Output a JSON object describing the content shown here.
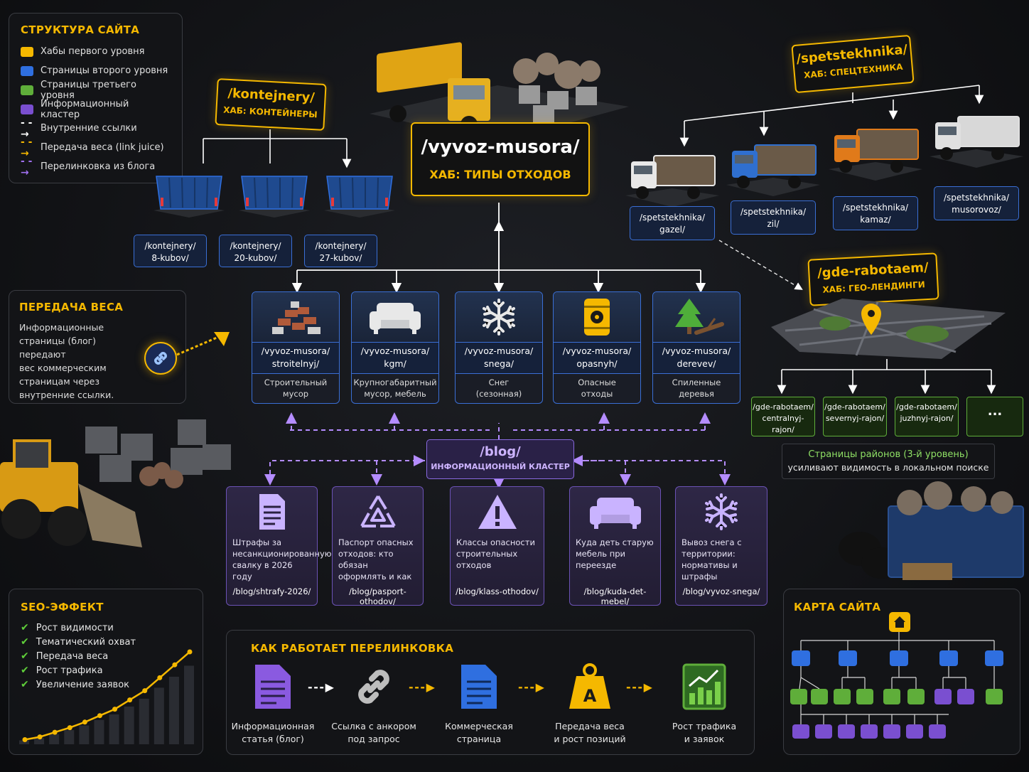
{
  "legend": {
    "title": "СТРУКТУРА САЙТА",
    "items": [
      {
        "label": "Хабы первого уровня",
        "color": "#f5b800",
        "kind": "swatch"
      },
      {
        "label": "Страницы второго уровня",
        "color": "#2f6fe0",
        "kind": "swatch"
      },
      {
        "label": "Страницы третьего уровня",
        "color": "#5fae3a",
        "kind": "swatch"
      },
      {
        "label": "Информационный кластер",
        "color": "#7a4fd0",
        "kind": "swatch"
      },
      {
        "label": "Внутренние ссылки",
        "color": "#ffffff",
        "kind": "arrow"
      },
      {
        "label": "Передача веса (link juice)",
        "color": "#f5b800",
        "kind": "arrow"
      },
      {
        "label": "Перелинковка из блога",
        "color": "#a070f0",
        "kind": "arrow"
      }
    ]
  },
  "weight_panel": {
    "title": "ПЕРЕДАЧА ВЕСА",
    "text": [
      "Информационные",
      "страницы (блог) передают",
      "вес коммерческим",
      "страницам через",
      "внутренние ссылки."
    ]
  },
  "main_hub": {
    "path": "/vyvoz-musora/",
    "subtitle": "ХАБ: ТИПЫ ОТХОДОВ"
  },
  "containers_hub": {
    "path": "/kontejnery/",
    "subtitle": "ХАБ: КОНТЕЙНЕРЫ",
    "pages": [
      {
        "line1": "/kontejnery/",
        "line2": "8-kubov/"
      },
      {
        "line1": "/kontejnery/",
        "line2": "20-kubov/"
      },
      {
        "line1": "/kontejnery/",
        "line2": "27-kubov/"
      }
    ]
  },
  "tech_hub": {
    "path": "/spetstekhnika/",
    "subtitle": "ХАБ: СПЕЦТЕХНИКА",
    "pages": [
      {
        "line1": "/spetstekhnika/",
        "line2": "gazel/"
      },
      {
        "line1": "/spetstekhnika/",
        "line2": "zil/"
      },
      {
        "line1": "/spetstekhnika/",
        "line2": "kamaz/"
      },
      {
        "line1": "/spetstekhnika/",
        "line2": "musorovoz/"
      }
    ]
  },
  "geo_hub": {
    "path": "/gde-rabotaem/",
    "subtitle": "ХАБ: ГЕО-ЛЕНДИНГИ",
    "pages": [
      {
        "line1": "/gde-rabotaem/",
        "line2": "centralnyj-rajon/"
      },
      {
        "line1": "/gde-rabotaem/",
        "line2": "severnyj-rajon/"
      },
      {
        "line1": "/gde-rabotaem/",
        "line2": "juzhnyj-rajon/"
      },
      {
        "line1": "...",
        "line2": ""
      }
    ],
    "note_line1": "Страницы районов (3-й уровень)",
    "note_line2": "усиливают видимость в локальном поиске"
  },
  "waste_types": [
    {
      "line1": "/vyvoz-musora/",
      "line2": "stroitelnyj/",
      "desc1": "Строительный",
      "desc2": "мусор",
      "icon": "bricks-icon"
    },
    {
      "line1": "/vyvoz-musora/",
      "line2": "kgm/",
      "desc1": "Крупногабаритный",
      "desc2": "мусор, мебель",
      "icon": "sofa-icon"
    },
    {
      "line1": "/vyvoz-musora/",
      "line2": "snega/",
      "desc1": "Снег",
      "desc2": "(сезонная)",
      "icon": "snowflake-icon"
    },
    {
      "line1": "/vyvoz-musora/",
      "line2": "opasnyh/",
      "desc1": "Опасные",
      "desc2": "отходы",
      "icon": "barrel-icon"
    },
    {
      "line1": "/vyvoz-musora/",
      "line2": "derevev/",
      "desc1": "Спиленные",
      "desc2": "деревья",
      "icon": "tree-icon"
    }
  ],
  "blog_hub": {
    "path": "/blog/",
    "subtitle": "ИНФОРМАЦИОННЫЙ КЛАСТЕР"
  },
  "blog_posts": [
    {
      "text": [
        "Штрафы за",
        "несанкционированную",
        "свалку в 2026 году"
      ],
      "path": "/blog/shtrafy-2026/",
      "icon": "document-icon"
    },
    {
      "text": [
        "Паспорт опасных",
        "отходов: кто обязан",
        "оформлять и как"
      ],
      "path": "/blog/pasport-othodov/",
      "icon": "recycle-icon"
    },
    {
      "text": [
        "Классы опасности",
        "строительных",
        "отходов"
      ],
      "path": "/blog/klass-othodov/",
      "icon": "warning-icon"
    },
    {
      "text": [
        "Куда деть старую",
        "мебель при",
        "переезде"
      ],
      "path": "/blog/kuda-det-mebel/",
      "icon": "sofa-icon"
    },
    {
      "text": [
        "Вывоз снега с",
        "территории:",
        "нормативы и штрафы"
      ],
      "path": "/blog/vyvoz-snega/",
      "icon": "snowflake-icon"
    }
  ],
  "seo_panel": {
    "title": "SEO-ЭФФЕКТ",
    "items": [
      "Рост видимости",
      "Тематический охват",
      "Передача веса",
      "Рост трафика",
      "Увеличение заявок"
    ],
    "growth_values": [
      0.05,
      0.08,
      0.13,
      0.18,
      0.24,
      0.31,
      0.38,
      0.48,
      0.58,
      0.72,
      0.86,
      1.0
    ]
  },
  "how_panel": {
    "title": "КАК РАБОТАЕТ ПЕРЕЛИНКОВКА",
    "steps": [
      {
        "line1": "Информационная",
        "line2": "статья (блог)",
        "icon": "blog-doc-icon"
      },
      {
        "line1": "Ссылка с анкором",
        "line2": "под запрос",
        "icon": "link-icon"
      },
      {
        "line1": "Коммерческая",
        "line2": "страница",
        "icon": "commercial-doc-icon"
      },
      {
        "line1": "Передача веса",
        "line2": "и рост позиций",
        "icon": "weight-icon"
      },
      {
        "line1": "Рост трафика",
        "line2": "и заявок",
        "icon": "growth-icon"
      }
    ],
    "weight_letter": "A"
  },
  "sitemap_panel": {
    "title": "КАРТА САЙТА"
  },
  "colors": {
    "accent": "#f5b800",
    "blue": "#2f6fe0",
    "green": "#5fae3a",
    "purple": "#7a4fd0"
  }
}
